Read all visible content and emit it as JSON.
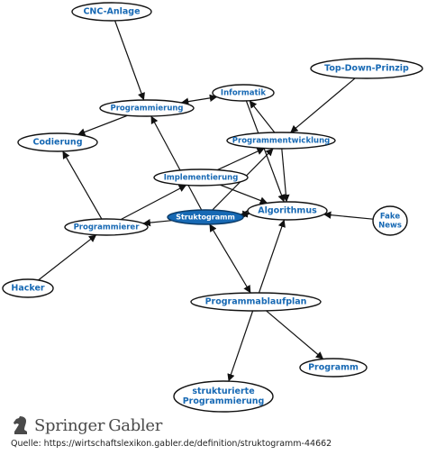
{
  "nodes": [
    {
      "id": "cnc",
      "lines": [
        "CNC-Anlage"
      ],
      "central": false
    },
    {
      "id": "topdown",
      "lines": [
        "Top-Down-Prinzip"
      ],
      "central": false
    },
    {
      "id": "informatik",
      "lines": [
        "Informatik"
      ],
      "central": false
    },
    {
      "id": "programmierung",
      "lines": [
        "Programmierung"
      ],
      "central": false
    },
    {
      "id": "codierung",
      "lines": [
        "Codierung"
      ],
      "central": false
    },
    {
      "id": "programmentwicklung",
      "lines": [
        "Programmentwicklung"
      ],
      "central": false
    },
    {
      "id": "implementierung",
      "lines": [
        "Implementierung"
      ],
      "central": false
    },
    {
      "id": "algorithmus",
      "lines": [
        "Algorithmus"
      ],
      "central": false
    },
    {
      "id": "fakenews",
      "lines": [
        "Fake",
        "News"
      ],
      "central": false
    },
    {
      "id": "struktogramm",
      "lines": [
        "Struktogramm"
      ],
      "central": true
    },
    {
      "id": "programmierer",
      "lines": [
        "Programmierer"
      ],
      "central": false
    },
    {
      "id": "hacker",
      "lines": [
        "Hacker"
      ],
      "central": false
    },
    {
      "id": "programmablaufplan",
      "lines": [
        "Programmablaufplan"
      ],
      "central": false
    },
    {
      "id": "programm",
      "lines": [
        "Programm"
      ],
      "central": false
    },
    {
      "id": "strukturierte",
      "lines": [
        "strukturierte",
        "Programmierung"
      ],
      "central": false
    }
  ],
  "edges": [
    {
      "from": "cnc",
      "to": "programmierung",
      "bidirectional": false
    },
    {
      "from": "programmierung",
      "to": "codierung",
      "bidirectional": false
    },
    {
      "from": "programmierung",
      "to": "informatik",
      "bidirectional": true
    },
    {
      "from": "topdown",
      "to": "programmentwicklung",
      "bidirectional": false
    },
    {
      "from": "programmentwicklung",
      "to": "informatik",
      "bidirectional": false
    },
    {
      "from": "informatik",
      "to": "algorithmus",
      "bidirectional": false
    },
    {
      "from": "programmentwicklung",
      "to": "algorithmus",
      "bidirectional": false
    },
    {
      "from": "implementierung",
      "to": "programmentwicklung",
      "bidirectional": false
    },
    {
      "from": "implementierung",
      "to": "algorithmus",
      "bidirectional": false
    },
    {
      "from": "programmierer",
      "to": "codierung",
      "bidirectional": false
    },
    {
      "from": "programmierer",
      "to": "implementierung",
      "bidirectional": false
    },
    {
      "from": "hacker",
      "to": "programmierer",
      "bidirectional": false
    },
    {
      "from": "fakenews",
      "to": "algorithmus",
      "bidirectional": false
    },
    {
      "from": "struktogramm",
      "to": "programmierer",
      "bidirectional": false
    },
    {
      "from": "struktogramm",
      "to": "programmierung",
      "bidirectional": false
    },
    {
      "from": "struktogramm",
      "to": "programmentwicklung",
      "bidirectional": false
    },
    {
      "from": "struktogramm",
      "to": "algorithmus",
      "bidirectional": true
    },
    {
      "from": "struktogramm",
      "to": "programmablaufplan",
      "bidirectional": true
    },
    {
      "from": "programmablaufplan",
      "to": "algorithmus",
      "bidirectional": false
    },
    {
      "from": "programmablaufplan",
      "to": "programm",
      "bidirectional": false
    },
    {
      "from": "programmablaufplan",
      "to": "strukturierte",
      "bidirectional": false
    }
  ],
  "colors": {
    "accent": "#1769b4",
    "edge": "#111111",
    "central_fill": "#1769b4"
  },
  "footer": {
    "brand_part1": "Springer",
    "brand_part2": "Gabler",
    "source": "Quelle: https://wirtschaftslexikon.gabler.de/definition/struktogramm-44662"
  }
}
